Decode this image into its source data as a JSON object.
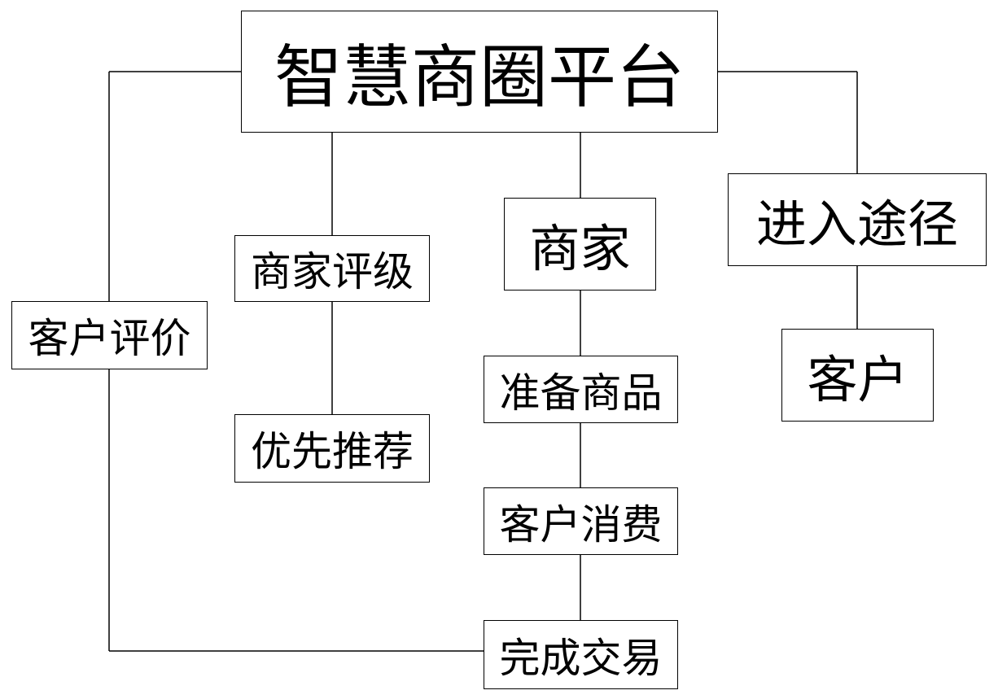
{
  "nodes": {
    "platform": "智慧商圈平台",
    "merchant_rating": "商家评级",
    "priority_recommend": "优先推荐",
    "merchant": "商家",
    "prepare_goods": "准备商品",
    "customer_consume": "客户消费",
    "complete_transaction": "完成交易",
    "entry_path": "进入途径",
    "customer": "客户",
    "customer_review": "客户评价"
  }
}
